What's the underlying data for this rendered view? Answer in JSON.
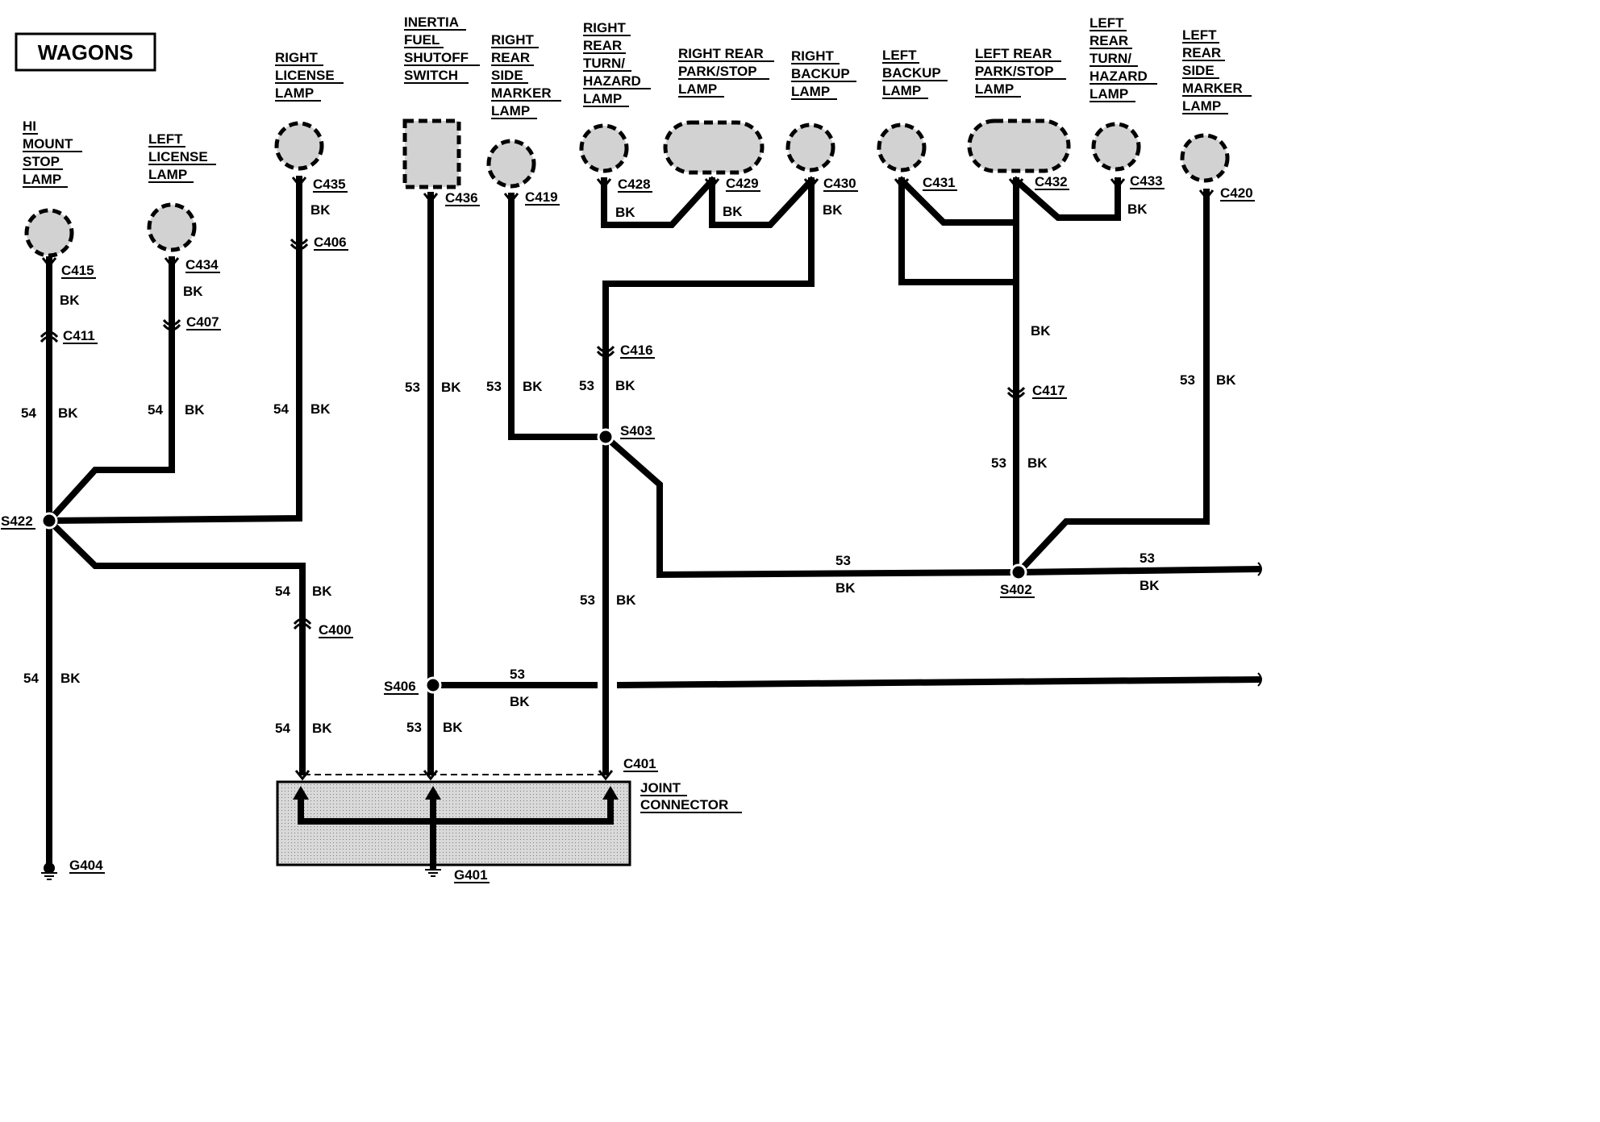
{
  "title": "WAGONS",
  "components": [
    {
      "key": "hi_mount",
      "name": "hi-mount-stop-lamp",
      "lines": [
        "HI",
        "MOUNT",
        "STOP",
        "LAMP"
      ]
    },
    {
      "key": "left_license",
      "name": "left-license-lamp",
      "lines": [
        "LEFT",
        "LICENSE",
        "LAMP"
      ]
    },
    {
      "key": "right_license",
      "name": "right-license-lamp",
      "lines": [
        "RIGHT",
        "LICENSE",
        "LAMP"
      ]
    },
    {
      "key": "inertia",
      "name": "inertia-fuel-shutoff-switch",
      "lines": [
        "INERTIA",
        "FUEL",
        "SHUTOFF",
        "SWITCH"
      ]
    },
    {
      "key": "rr_side_marker",
      "name": "right-rear-side-marker-lamp",
      "lines": [
        "RIGHT",
        "REAR",
        "SIDE",
        "MARKER",
        "LAMP"
      ]
    },
    {
      "key": "rr_turn",
      "name": "right-rear-turn-hazard-lamp",
      "lines": [
        "RIGHT",
        "REAR",
        "TURN/",
        "HAZARD",
        "LAMP"
      ]
    },
    {
      "key": "rr_park",
      "name": "right-rear-park-stop-lamp",
      "lines": [
        "RIGHT REAR",
        "PARK/STOP",
        "LAMP"
      ]
    },
    {
      "key": "r_backup",
      "name": "right-backup-lamp",
      "lines": [
        "RIGHT",
        "BACKUP",
        "LAMP"
      ]
    },
    {
      "key": "l_backup",
      "name": "left-backup-lamp",
      "lines": [
        "LEFT",
        "BACKUP",
        "LAMP"
      ]
    },
    {
      "key": "lr_park",
      "name": "left-rear-park-stop-lamp",
      "lines": [
        "LEFT REAR",
        "PARK/STOP",
        "LAMP"
      ]
    },
    {
      "key": "lr_turn",
      "name": "left-rear-turn-hazard-lamp",
      "lines": [
        "LEFT",
        "REAR",
        "TURN/",
        "HAZARD",
        "LAMP"
      ]
    },
    {
      "key": "lr_side_marker",
      "name": "left-rear-side-marker-lamp",
      "lines": [
        "LEFT",
        "REAR",
        "SIDE",
        "MARKER",
        "LAMP"
      ]
    }
  ],
  "connectors": [
    "C415",
    "C434",
    "C435",
    "C436",
    "C419",
    "C428",
    "C429",
    "C430",
    "C431",
    "C432",
    "C433",
    "C420",
    "C411",
    "C407",
    "C406",
    "C416",
    "C417",
    "C400",
    "C401"
  ],
  "splices": [
    "S422",
    "S403",
    "S402",
    "S406"
  ],
  "grounds": [
    "G404",
    "G401"
  ],
  "joint_connector": [
    "JOINT",
    "CONNECTOR"
  ],
  "circuits": {
    "c53": "53",
    "c54": "54"
  },
  "wire_color": "BK"
}
